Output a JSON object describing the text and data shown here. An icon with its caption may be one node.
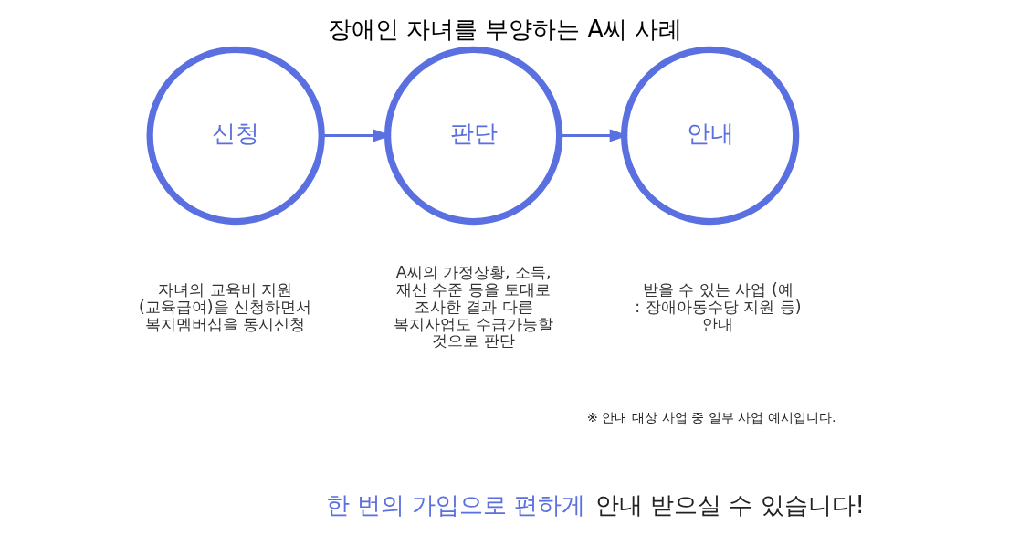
{
  "diagram": {
    "title": "장애인 자녀를 부양하는 A씨 사례",
    "nodes": [
      {
        "text": [
          "신청"
        ],
        "beside": [
          "자녀의 교육비 지원 (교육급여)을 신청하면서 복지멤버십을 동시신청"
        ]
      },
      {
        "text": [
          "판단"
        ],
        "beside": [
          "A씨의 가정상황, 소득, 재산 수준 등을 토대로 조사한 결과 다른 복지사업도 수급가능할 것으로 판단"
        ]
      },
      {
        "text": [
          "안내"
        ],
        "beside": [
          "받을 수 있는 사업 (예 : 장애아동수당 지원 등) 안내"
        ]
      }
    ],
    "edges": [
      {
        "from": 0,
        "to": 1,
        "arrow": "to"
      },
      {
        "from": 1,
        "to": 2,
        "arrow": "to"
      }
    ],
    "labels": [
      "※ 안내 대상 사업 중 일부 사업 예시입니다.",
      "한 번의 가입으로 편하게",
      "안내 받으실 수 있습니다!"
    ]
  }
}
